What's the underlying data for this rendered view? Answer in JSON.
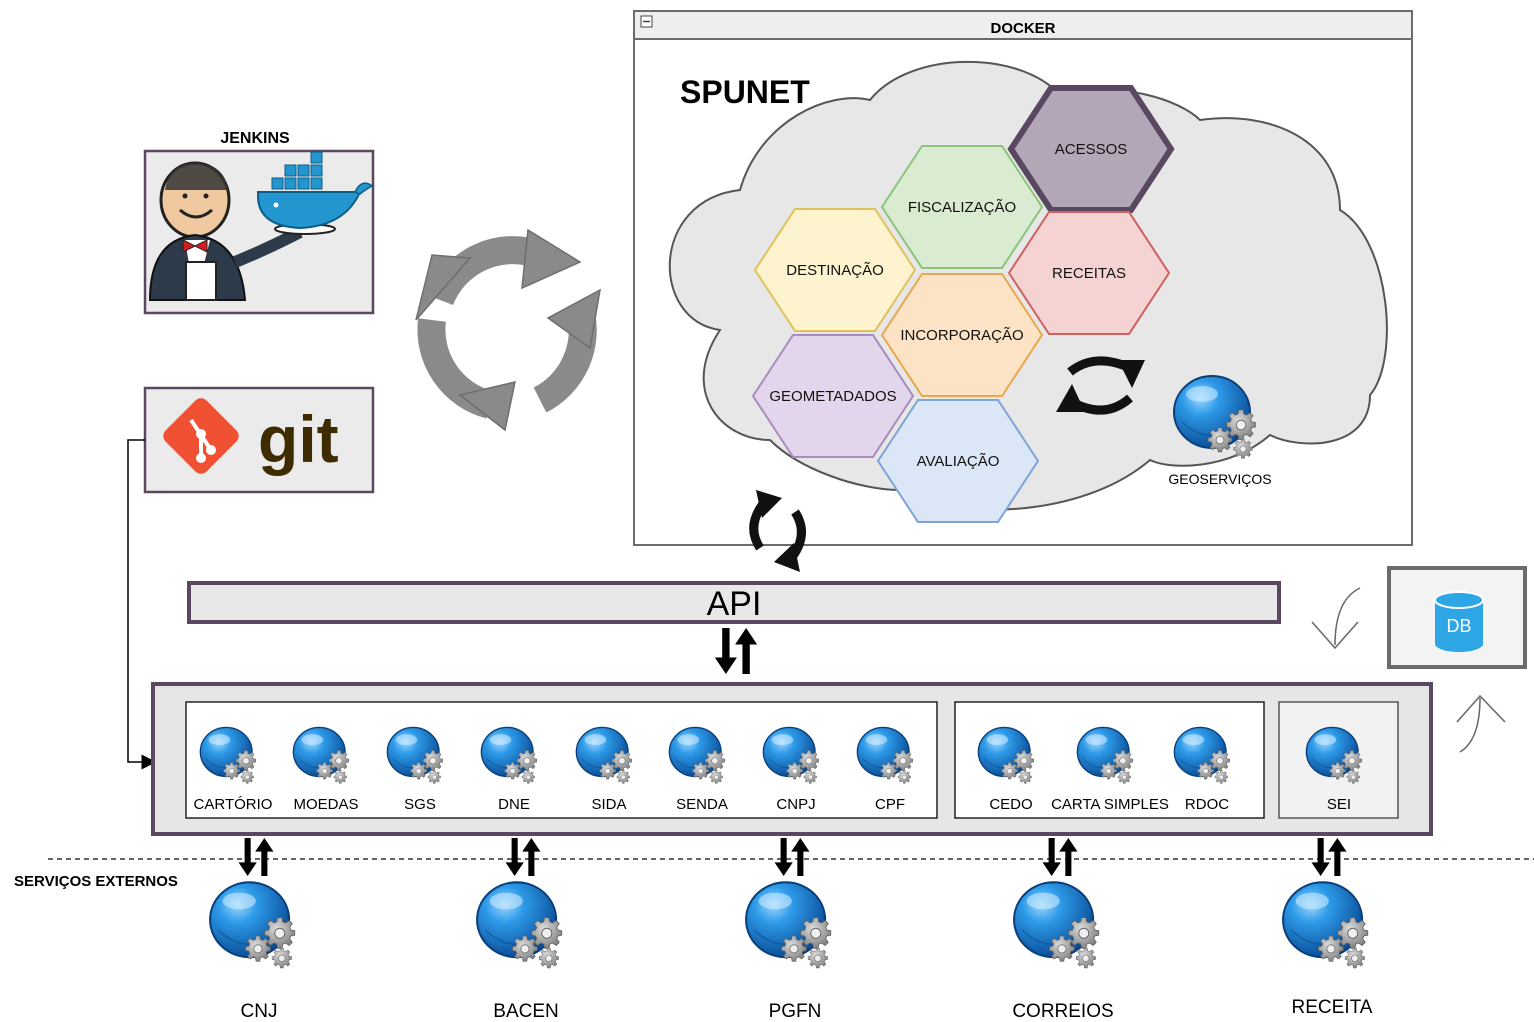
{
  "jenkins": {
    "title": "JENKINS"
  },
  "git": {
    "label": "git"
  },
  "docker": {
    "title": "DOCKER"
  },
  "spunet": {
    "title": "SPUNET",
    "modules": [
      {
        "id": "acessos",
        "label": "ACESSOS",
        "fill": "#b2a6b7",
        "stroke": "#5a4760"
      },
      {
        "id": "fiscalizacao",
        "label": "FISCALIZAÇÃO",
        "fill": "#d9ecd2",
        "stroke": "#8cc47c"
      },
      {
        "id": "receitas",
        "label": "RECEITAS",
        "fill": "#f6d3d3",
        "stroke": "#d06060"
      },
      {
        "id": "destinacao",
        "label": "DESTINAÇÃO",
        "fill": "#fdf3cf",
        "stroke": "#e0c25a"
      },
      {
        "id": "incorporacao",
        "label": "INCORPORAÇÃO",
        "fill": "#fde3c6",
        "stroke": "#e9a74d"
      },
      {
        "id": "geometadados",
        "label": "GEOMETADADOS",
        "fill": "#e3d6ec",
        "stroke": "#a98bbf"
      },
      {
        "id": "avaliacao",
        "label": "AVALIAÇÃO",
        "fill": "#dbe7f7",
        "stroke": "#7ea4d7"
      }
    ],
    "geoservicos": "GEOSERVIÇOS"
  },
  "api": {
    "label": "API"
  },
  "db": {
    "label": "DB",
    "color": "#2ea6e6"
  },
  "internal_services": {
    "group1": [
      "CARTÓRIO",
      "MOEDAS",
      "SGS",
      "DNE",
      "SIDA",
      "SENDA",
      "CNPJ",
      "CPF"
    ],
    "group2": [
      "CEDO",
      "CARTA SIMPLES",
      "RDOC"
    ],
    "group3": [
      "SEI"
    ]
  },
  "external": {
    "title": "SERVIÇOS EXTERNOS",
    "services": [
      "CNJ",
      "BACEN",
      "PGFN",
      "CORREIOS",
      "RECEITA"
    ]
  },
  "colors": {
    "frame_purple": "#5a4760",
    "globe_blue": "#1d86d6",
    "gear_gray": "#8f8f8f",
    "cycle_gray": "#8a8a8a"
  }
}
